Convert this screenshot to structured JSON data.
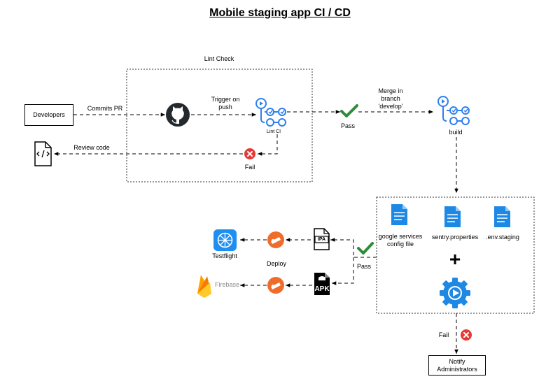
{
  "title": "Mobile staging app CI / CD",
  "nodes": {
    "developers": "Developers",
    "notify": "Notify Administrators",
    "lint_ci": "Lint CI",
    "build": "build",
    "testflight": "Testflight",
    "firebase": "Firebase",
    "google_services": "google services config file",
    "sentry": "sentry.properties",
    "env_staging": ".env.staging"
  },
  "groups": {
    "lint_check": "Lint Check"
  },
  "edges": {
    "commits_pr": "Commits PR",
    "trigger_on_push": "Trigger on push",
    "review_code": "Review code",
    "fail_lint": "Fail",
    "pass_lint": "Pass",
    "merge_develop": "Merge in branch 'develop'",
    "pass_deploy": "Pass",
    "deploy": "Deploy",
    "fail_build": "Fail"
  },
  "file_badges": {
    "ipa": "IPA",
    "apk": "APK"
  },
  "plus_sign": "+",
  "colors": {
    "github": "#24292e",
    "actions_blue": "#2f80ed",
    "check_green": "#2e8b3a",
    "fail_red": "#e53935",
    "fastlane_orange": "#ef6c2c",
    "doc_blue": "#1e88e5",
    "testflight_blue": "#1f8ef1",
    "firebase_yellow": "#ffca28",
    "firebase_orange": "#f57c00"
  }
}
